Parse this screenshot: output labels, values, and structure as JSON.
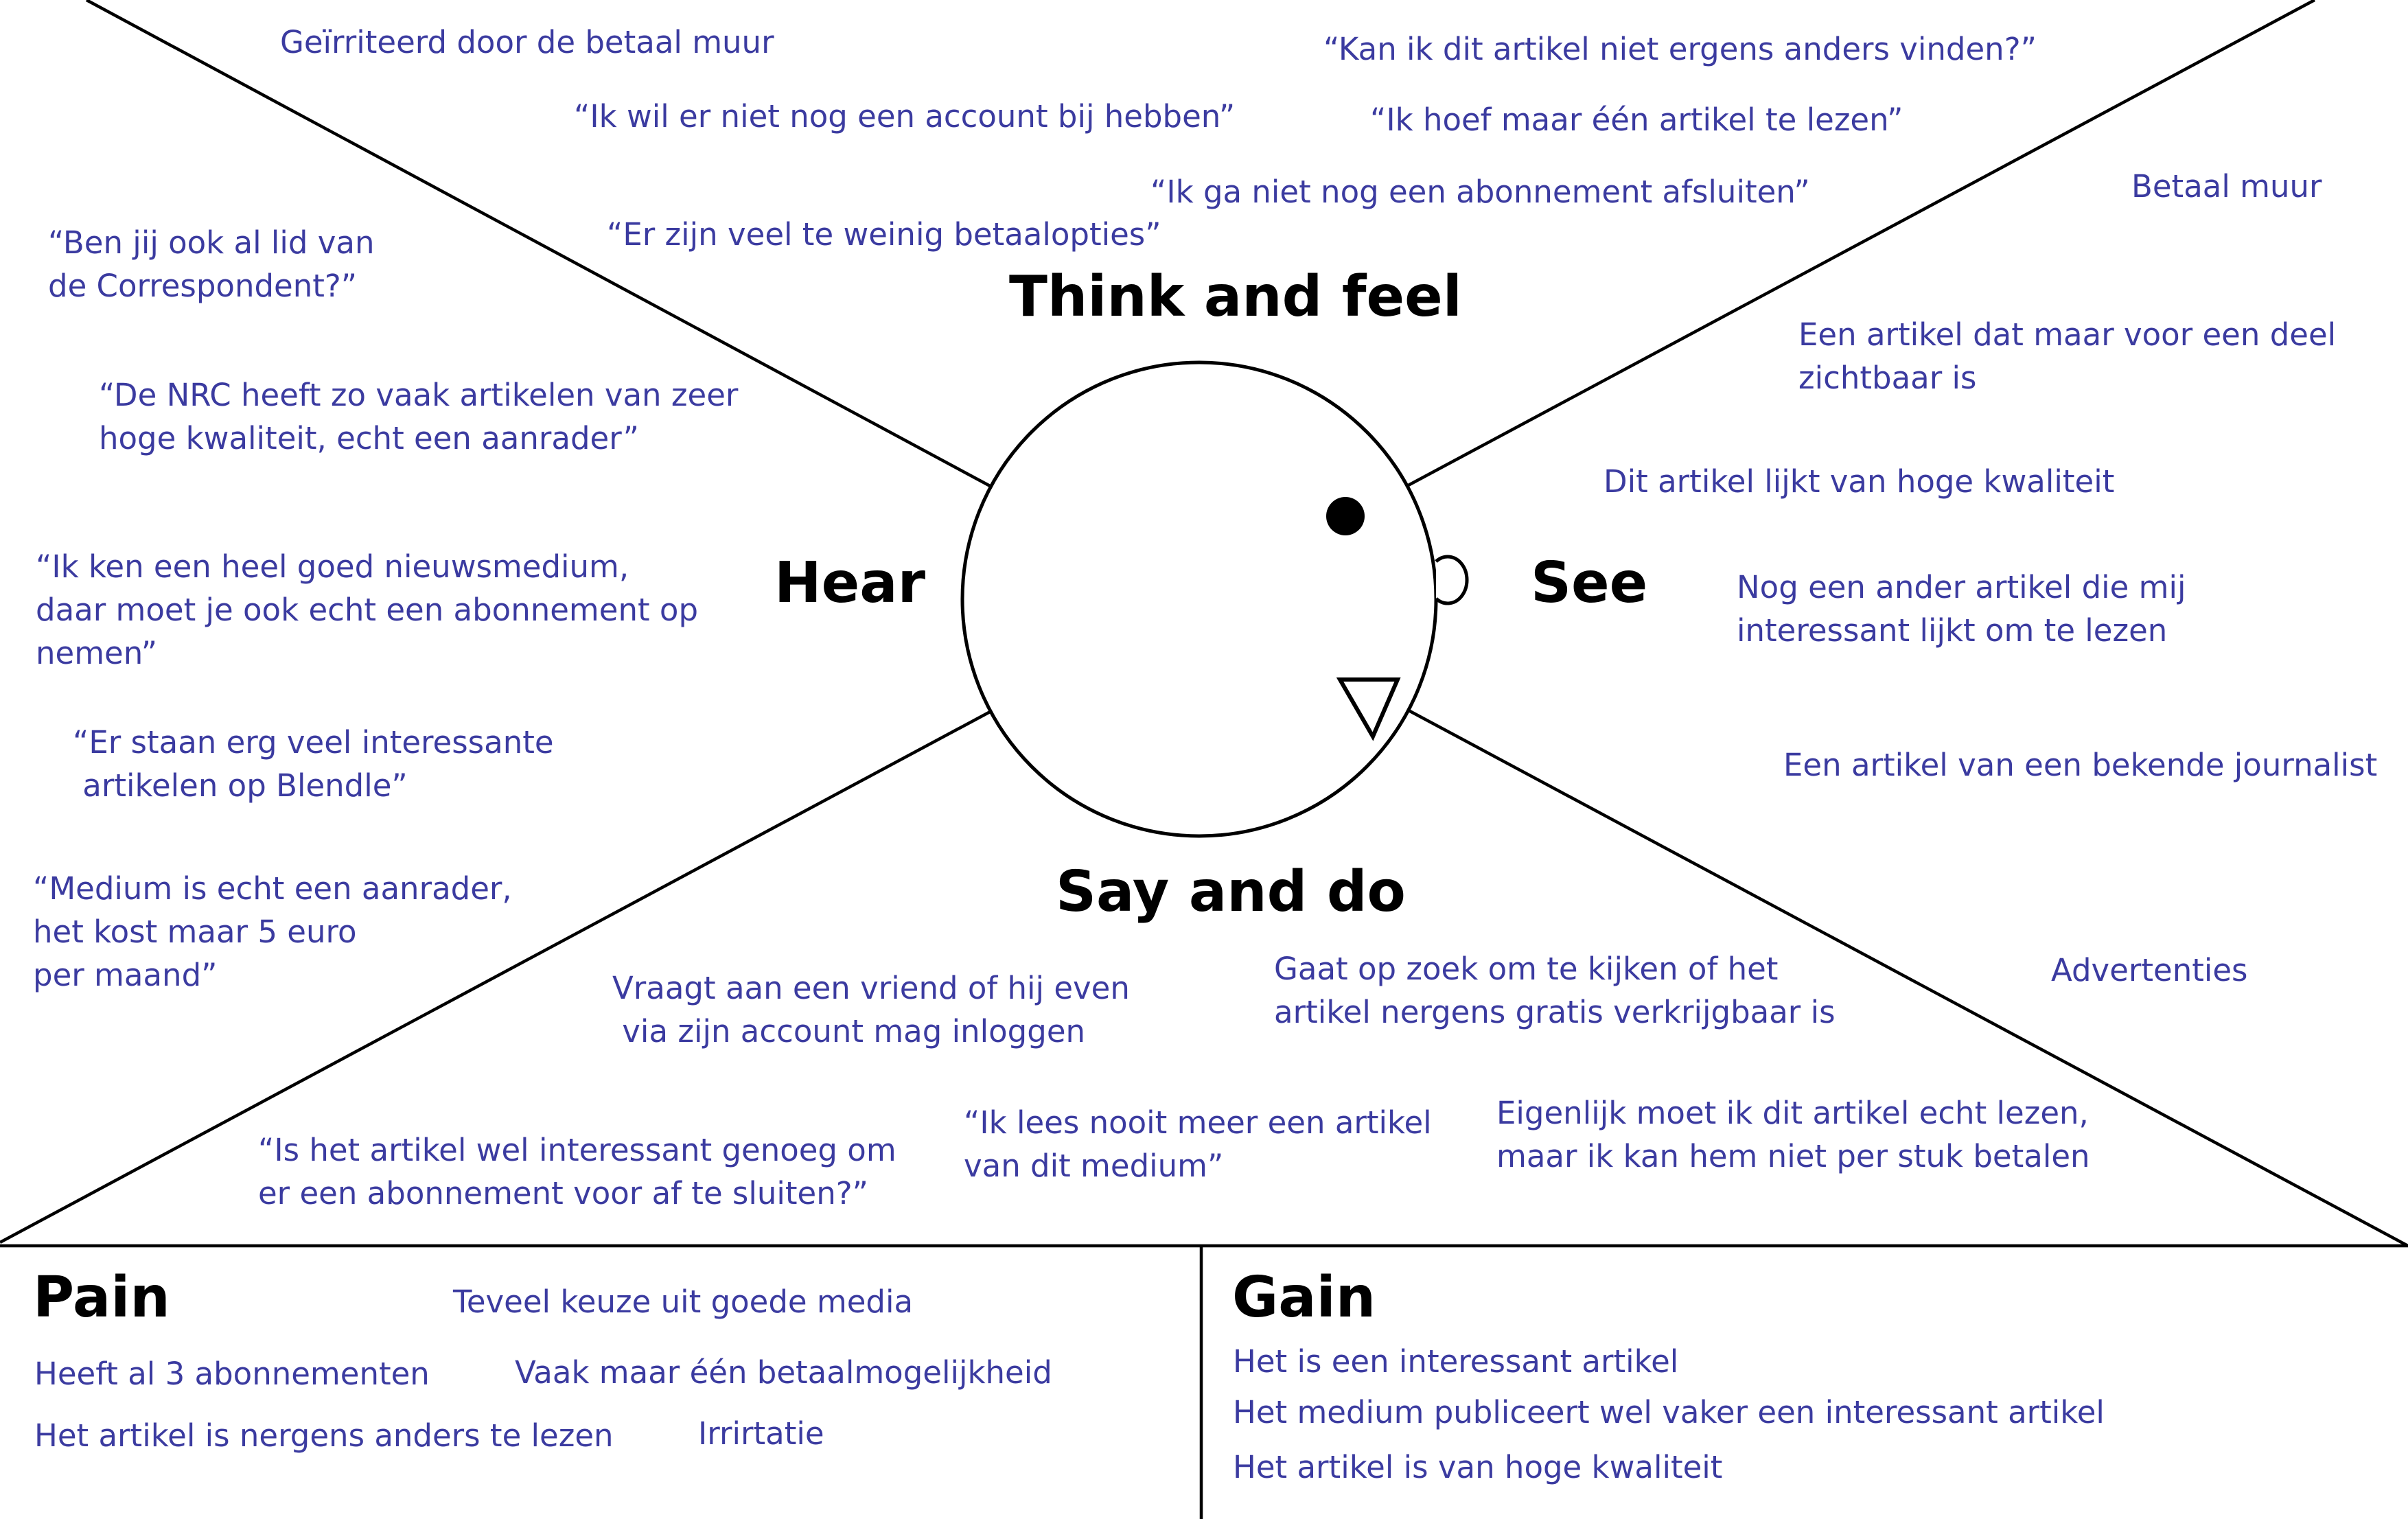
{
  "colors": {
    "note_text": "#3b3ba0",
    "heading_text": "#000000",
    "lines": "#000000",
    "background": "#ffffff"
  },
  "icons": {
    "head": "head-circle-icon",
    "eye": "eye-dot-icon",
    "ear": "ear-arc-icon",
    "mouth": "mouth-triangle-icon"
  },
  "headings": {
    "think": "Think and feel",
    "hear": "Hear",
    "see": "See",
    "say": "Say and do",
    "pain": "Pain",
    "gain": "Gain"
  },
  "think": [
    "Geïrriteerd door de betaal muur",
    "“Ik wil er niet nog een account bij hebben”",
    "“Er zijn veel te weinig betaalopties”",
    "“Kan ik dit artikel niet ergens anders vinden?”",
    "“Ik hoef maar één artikel te lezen”",
    "“Ik ga niet nog een abonnement afsluiten”"
  ],
  "hear": [
    "“Ben jij ook al lid van\nde Correspondent?”",
    "“De NRC heeft zo vaak artikelen van zeer\nhoge kwaliteit, echt een aanrader”",
    "“Ik ken een heel goed nieuwsmedium,\ndaar moet je ook echt een abonnement op\nnemen”",
    "“Er staan erg veel interessante\n artikelen op Blendle”",
    "“Medium is echt een aanrader,\nhet kost maar 5 euro\nper maand”"
  ],
  "see": [
    "Betaal muur",
    "Een artikel dat maar voor een deel\nzichtbaar is",
    "Dit artikel lijkt van hoge kwaliteit",
    "Nog een ander artikel die mij\ninteressant lijkt om te lezen",
    "Een artikel van een bekende journalist",
    "Advertenties"
  ],
  "say": [
    "Vraagt aan een vriend of hij even\n via zijn account mag inloggen",
    "Gaat op zoek om te kijken of het\nartikel nergens gratis verkrijgbaar is",
    "“Is het artikel wel interessant genoeg om\ner een abonnement voor af te sluiten?”",
    "“Ik lees nooit meer een artikel\nvan dit medium”",
    "Eigenlijk moet ik dit artikel echt lezen,\nmaar ik kan hem niet per stuk betalen"
  ],
  "pain": [
    "Teveel keuze uit goede media",
    "Heeft al 3 abonnementen",
    "Vaak maar één betaalmogelijkheid",
    "Het artikel is nergens anders te lezen",
    "Irrirtatie"
  ],
  "gain": [
    "Het is een interessant artikel",
    "Het medium publiceert wel vaker een interessant artikel",
    "Het artikel is van hoge kwaliteit"
  ]
}
